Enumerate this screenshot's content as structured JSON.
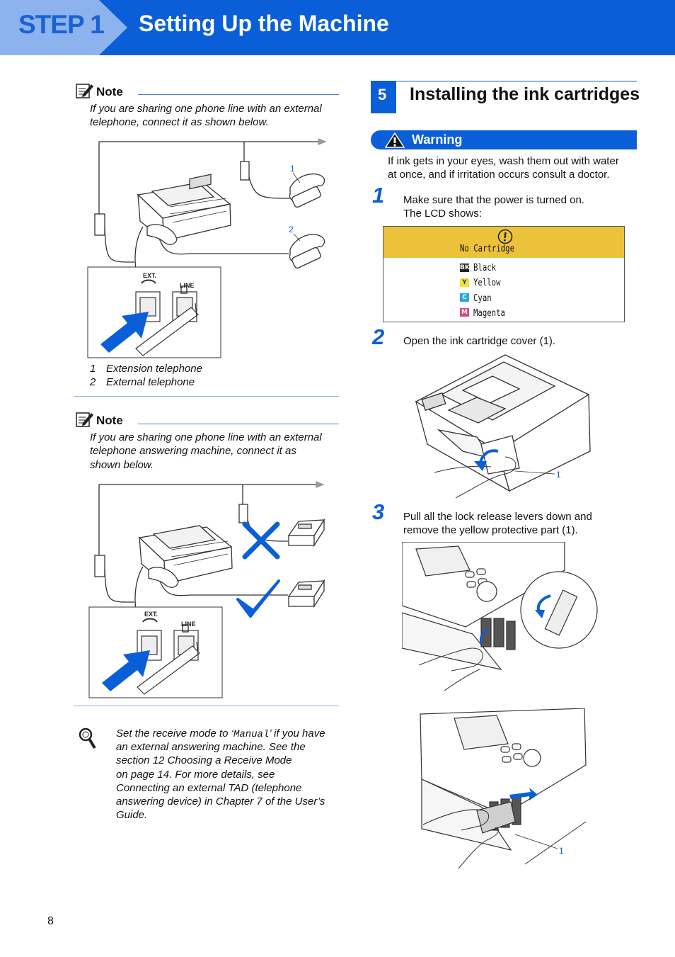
{
  "header": {
    "step": "STEP 1",
    "title": "Setting Up the Machine"
  },
  "note1": {
    "label": "Note",
    "line1": "If you are sharing one phone line with an external",
    "line2": "telephone, connect it as shown below.",
    "callout1": "1",
    "callout2": "2",
    "legend": [
      {
        "num": "1",
        "text": "Extension telephone"
      },
      {
        "num": "2",
        "text": "External telephone"
      }
    ],
    "jack_ext": "EXT.",
    "jack_line": "LINE"
  },
  "note2": {
    "label": "Note",
    "line1": "If you are sharing one phone line with an external",
    "line2": "telephone answering machine, connect it as",
    "line3": "shown below.",
    "jack_ext": "EXT.",
    "jack_line": "LINE"
  },
  "tip": {
    "pre": "Set the receive mode to ‘",
    "mono": "Manual",
    "post": "’ if you have",
    "line2": "an external answering machine. See the",
    "line3": "section 12 Choosing a Receive Mode",
    "line4": "on page 14. For more details, see",
    "line5": "Connecting an external TAD (telephone",
    "line6": "answering device) in Chapter 7 of the User’s",
    "line7": "Guide."
  },
  "section": {
    "number": "5",
    "title": "Installing the ink cartridges"
  },
  "warning": {
    "label": "Warning",
    "line1": "If ink gets in your eyes, wash them out with water",
    "line2": "at once, and if irritation occurs consult a doctor."
  },
  "steps": [
    {
      "num": "1",
      "line1": "Make sure that the power is turned on.",
      "line2": "The LCD shows:"
    },
    {
      "num": "2",
      "line1": "Open the ink cartridge cover (1).",
      "callout": "1"
    },
    {
      "num": "3",
      "line1": "Pull all the lock release levers down and",
      "line2": "remove the yellow protective part (1).",
      "callout": "1"
    }
  ],
  "lcd": {
    "message": "No Cartridge",
    "items": [
      {
        "code": "BK",
        "name": "Black",
        "color": "#222222",
        "text_color": "#ffffff"
      },
      {
        "code": "Y",
        "name": "Yellow",
        "color": "#f3e23a",
        "text_color": "#333333"
      },
      {
        "code": "C",
        "name": "Cyan",
        "color": "#29a8e0",
        "text_color": "#ffffff"
      },
      {
        "code": "M",
        "name": "Magenta",
        "color": "#d9497f",
        "text_color": "#ffffff"
      }
    ],
    "bar_color": "#ecc23b"
  },
  "page_number": "8",
  "colors": {
    "brand_blue": "#0a5fd8",
    "badge_blue": "#8cb3ee"
  }
}
